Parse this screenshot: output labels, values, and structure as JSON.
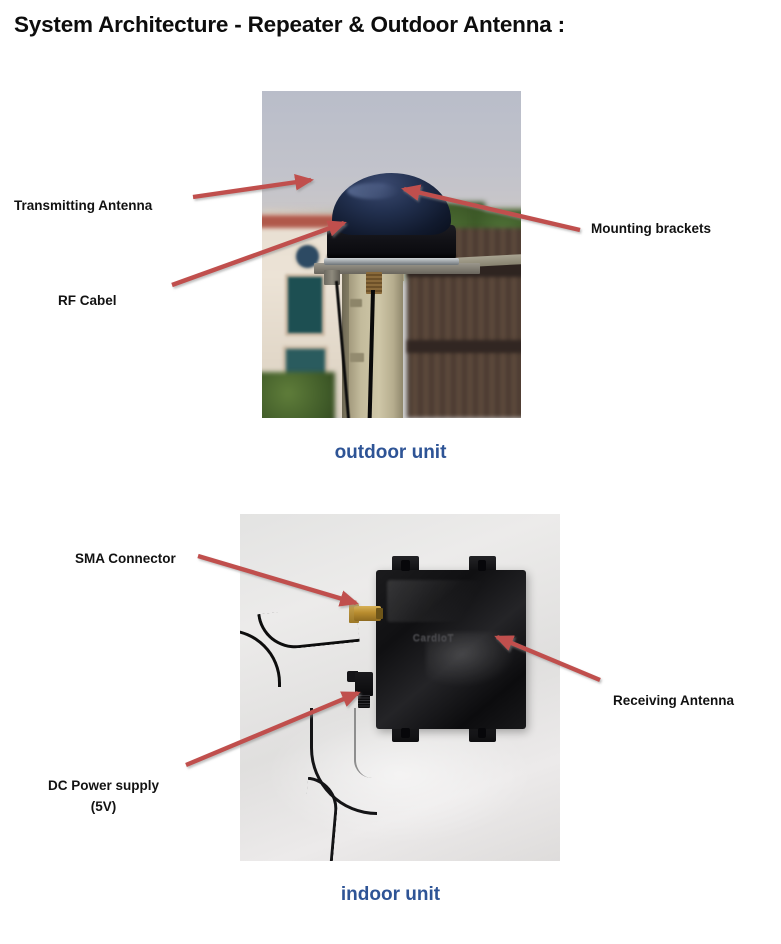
{
  "page": {
    "title": "System Architecture - Repeater & Outdoor Antenna :",
    "accent_blue": "#2e5496",
    "arrow_red": "#c0504d",
    "background": "#ffffff"
  },
  "figures": [
    {
      "id": "outdoor",
      "caption": "outdoor unit",
      "photo_alt": "Dark blue dome antenna mounted with brackets on a concrete rooftop pillar",
      "callouts": [
        {
          "name": "transmitting-antenna",
          "label": "Transmitting Antenna",
          "side": "left"
        },
        {
          "name": "rf-cabel",
          "label": "RF Cabel",
          "side": "left"
        },
        {
          "name": "mounting-brackets",
          "label": "Mounting brackets",
          "side": "right"
        }
      ]
    },
    {
      "id": "indoor",
      "caption": "indoor unit",
      "photo_alt": "Black repeater enclosure box with gold SMA connector and DC power cable on a white surface",
      "device_marking": "CardIoT",
      "callouts": [
        {
          "name": "sma-connector",
          "label": "SMA Connector",
          "side": "left"
        },
        {
          "name": "dc-power-supply",
          "label": "DC Power supply",
          "label_line2": "(5V)",
          "side": "left"
        },
        {
          "name": "receiving-antenna",
          "label": "Receiving Antenna",
          "side": "right"
        }
      ]
    }
  ]
}
